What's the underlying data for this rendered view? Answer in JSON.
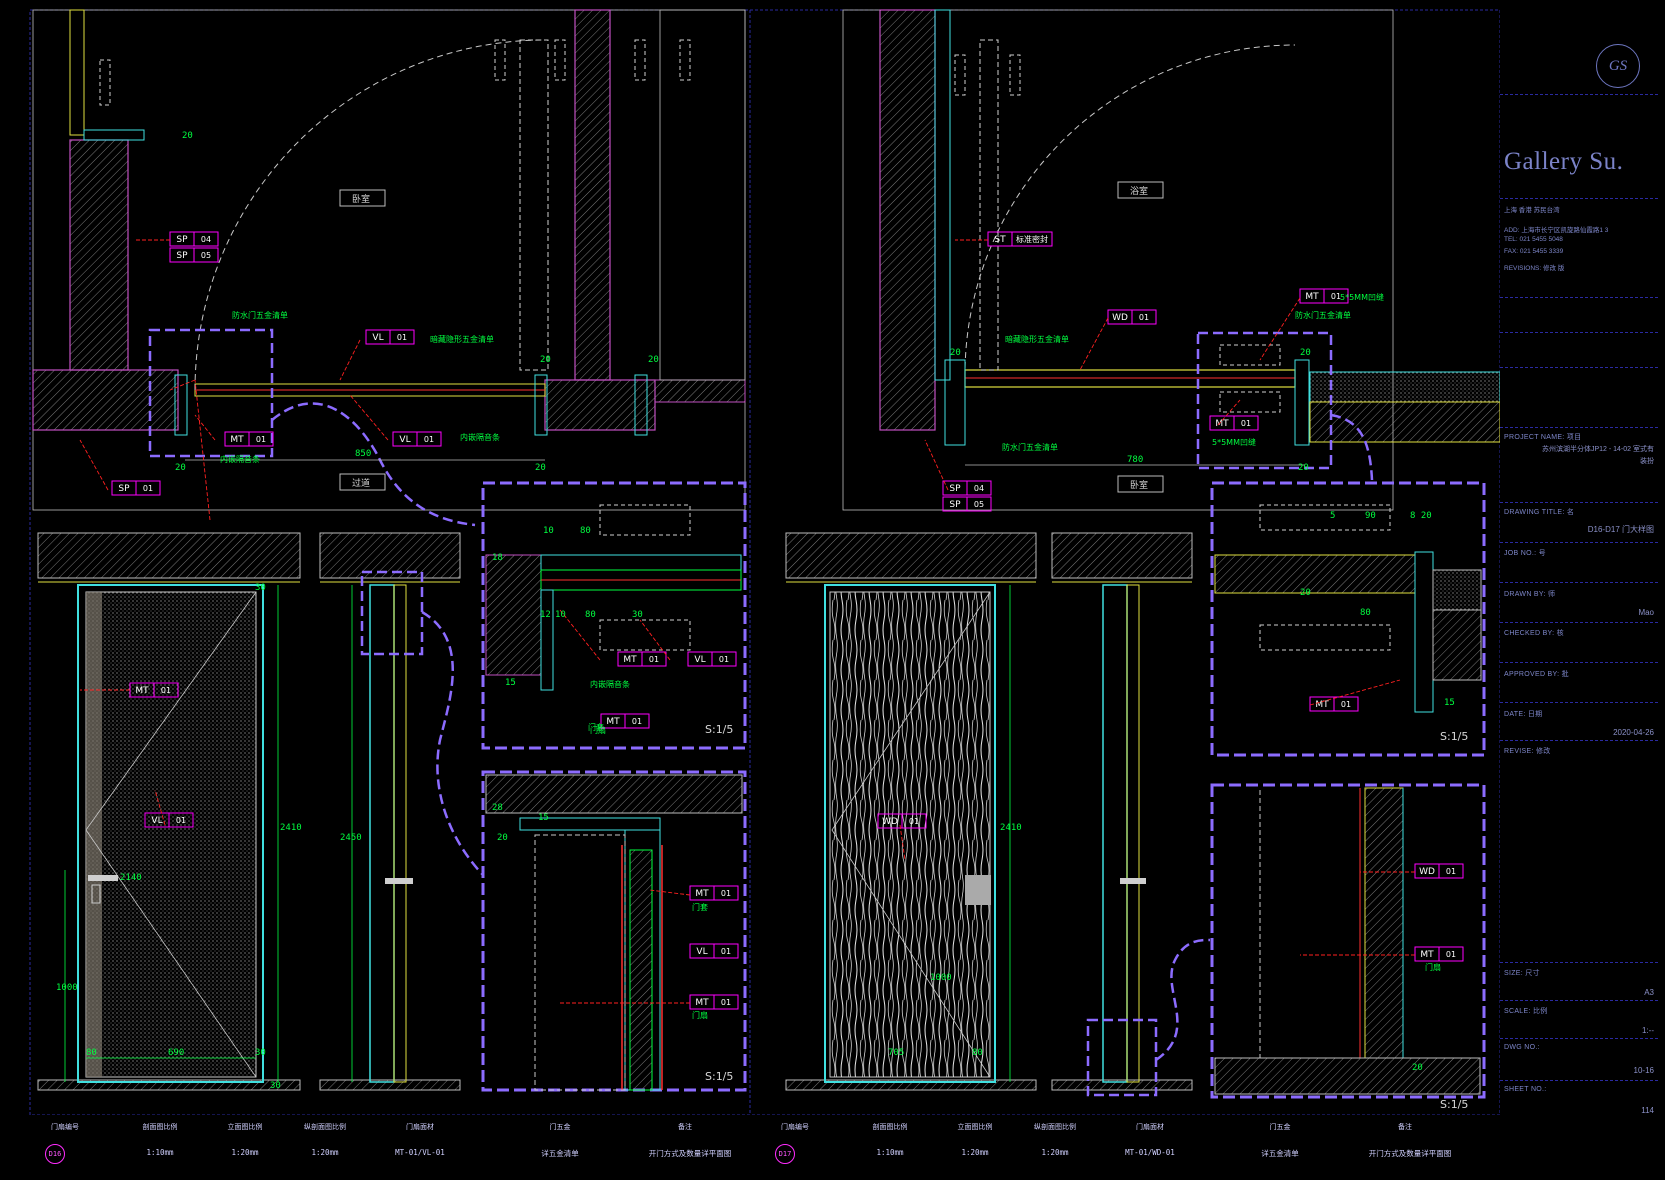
{
  "title_block": {
    "brand": "Gallery Su.",
    "logo_text": "GS",
    "address_lines": [
      "上海    香港       苏民台湾",
      "ADD: 上海市长宁区凯旋路仙霞路1 3",
      "TEL:   021 5455 5048",
      "FAX:   021 5455 3339"
    ],
    "revisions_label": "REVISIONS: 修改 版",
    "project_label": "PROJECT NAME: 项目",
    "project_value": "苏州滨湖半分体JP12 - 14-02 室式有",
    "project_value2": "装扮",
    "drawing_title_label": "DRAWING TITLE: 名",
    "drawing_title_value": "D16-D17 门大样图",
    "job_label": "JOB NO.: 号",
    "drawn_label": "DRAWN BY: 师",
    "drawn_value": "Mao",
    "checked_label": "CHECKED BY: 核",
    "approved_label": "APPROVED BY: 批",
    "date_label": "DATE: 日期",
    "date_value": "2020-04-26",
    "revise_label": "REVISE: 修改",
    "size_label": "SIZE: 尺寸",
    "size_value": "A3",
    "scale_label": "SCALE: 比例",
    "scale_value": "1:--",
    "dwg_label": "DWG NO.:",
    "dwg_value": "10-16",
    "sheet_label": "SHEET NO.:",
    "sheet_value": "114"
  },
  "bottom_table": {
    "headers": [
      "门扇编号",
      "剖面图比例",
      "立面图比例",
      "纵剖面图比例",
      "门扇面材",
      "门五金",
      "备注"
    ],
    "left": [
      "D16",
      "1:10mm",
      "1:20mm",
      "1:20mm",
      "MT-01/VL-01",
      "详五金清单",
      "开门方式及数量详平面图"
    ],
    "right": [
      "D17",
      "1:10mm",
      "1:20mm",
      "1:20mm",
      "MT-01/WD-01",
      "详五金清单",
      "开门方式及数量详平面图"
    ]
  },
  "labels": {
    "room_1": "卧室",
    "room_2": "过道",
    "room_3": "浴室",
    "room_4": "卧室",
    "note_1": "防水门五金清单",
    "note_2": "暗藏隐形五金清单",
    "note_3": "内嵌隔音条",
    "note_4": "内嵌隔音条",
    "note_5": "门套",
    "note_6": "门套",
    "note_7": "门扇",
    "note_8": "门扇",
    "note_9": "内嵌隔音条",
    "note_10": "暗藏隐形五金清单",
    "note_11": "5*5MM凹缝",
    "note_12": "防水门五金清单",
    "note_13": "5*5MM凹缝",
    "note_14": "防水门五金清单",
    "note_15": "门扇",
    "scale_1": "S:1/5",
    "scale_2": "S:1/5",
    "scale_3": "S:1/5",
    "scale_4": "S:1/5"
  },
  "tags": [
    {
      "code": "SP",
      "num": "04"
    },
    {
      "code": "SP",
      "num": "05"
    },
    {
      "code": "VL",
      "num": "01"
    },
    {
      "code": "MT",
      "num": "01"
    },
    {
      "code": "VL",
      "num": "01"
    },
    {
      "code": "SP",
      "num": "01"
    },
    {
      "code": "MT",
      "num": "01"
    },
    {
      "code": "VL",
      "num": "01"
    },
    {
      "code": "MT",
      "num": "01"
    },
    {
      "code": "VL",
      "num": "01"
    },
    {
      "code": "MT",
      "num": "01"
    },
    {
      "code": "MT",
      "num": "01"
    },
    {
      "code": "VL",
      "num": "01"
    },
    {
      "code": "MT",
      "num": "01"
    },
    {
      "code": "ST",
      "num": "标准密封"
    },
    {
      "code": "WD",
      "num": "01"
    },
    {
      "code": "MT",
      "num": "01"
    },
    {
      "code": "MT",
      "num": "01"
    },
    {
      "code": "SP",
      "num": "04"
    },
    {
      "code": "SP",
      "num": "05"
    },
    {
      "code": "MT",
      "num": "01"
    },
    {
      "code": "WD",
      "num": "01"
    },
    {
      "code": "WD",
      "num": "01"
    },
    {
      "code": "MT",
      "num": "01"
    }
  ],
  "dims": [
    "850",
    "20",
    "20",
    "20",
    "20",
    "20",
    "780",
    "20",
    "20",
    "20",
    "2410",
    "2450",
    "2140",
    "1000",
    "690",
    "30",
    "30",
    "80",
    "30",
    "2410",
    "1000",
    "705",
    "80",
    "10",
    "80",
    "18",
    "12",
    "10",
    "80",
    "30",
    "15",
    "28",
    "20",
    "15",
    "90",
    "80",
    "5",
    "8 20",
    "15",
    "20",
    "20"
  ],
  "colors": {
    "frame": "#2a2aa0",
    "tag": "#ff00ff",
    "tagtext": "#ffffff",
    "leader": "#ff2020",
    "dim": "#00ff40",
    "wall": "#c050c0",
    "cyan": "#40e0e0",
    "yellow": "#e0e040",
    "purple": "#8c6cff",
    "white": "#c8c8c8"
  }
}
